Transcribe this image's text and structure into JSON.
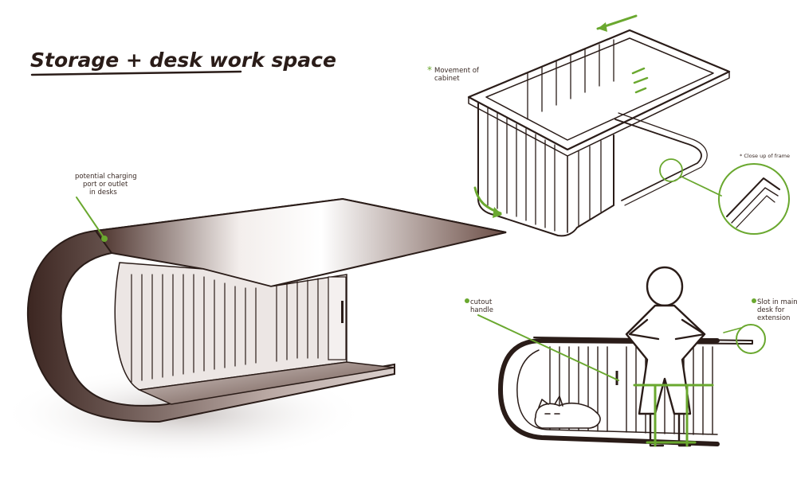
{
  "title": "Storage + desk work space",
  "annotations": {
    "charging": [
      "potential charging",
      "port or outlet",
      "in desks"
    ],
    "movement": [
      "Movement of",
      "cabinet"
    ],
    "movement_mark": "*",
    "closeup": "* Close up of frame",
    "cutout": [
      "cutout",
      "handle"
    ],
    "slot": [
      "Slot in main",
      "desk for",
      "extension"
    ]
  },
  "colors": {
    "ink": "#2a1c18",
    "accent_green": "#6aa82f",
    "desk_brown": "#5b4038",
    "paper": "#ffffff"
  }
}
